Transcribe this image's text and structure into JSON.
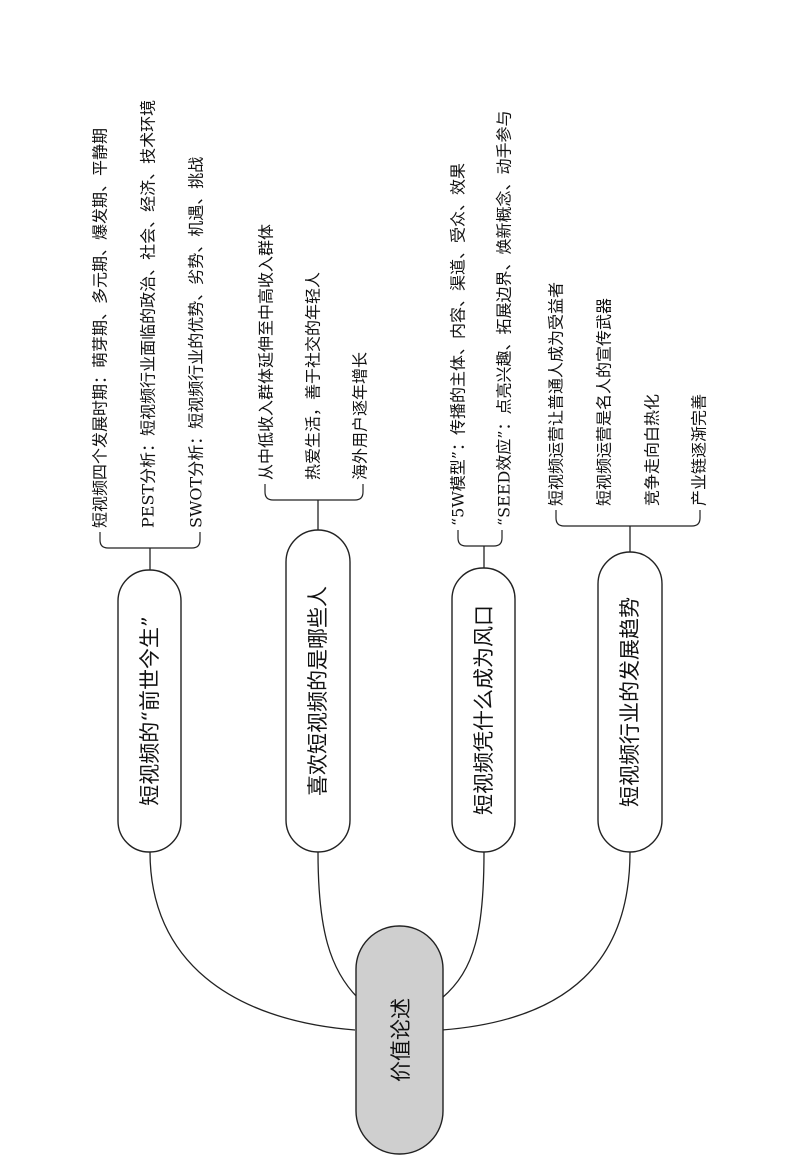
{
  "root": {
    "label": "价值论述"
  },
  "branches": [
    {
      "label": "短视频的“前世今生”",
      "children": [
        "短视频四个发展时期：萌芽期、多元期、爆发期、平静期",
        "PEST分析：短视频行业面临的政治、社会、经济、技术环境",
        "SWOT分析：短视频行业的优势、劣势、机遇、挑战"
      ]
    },
    {
      "label": "喜欢短视频的是哪些人",
      "children": [
        "从中低收入群体延伸至中高收入群体",
        "热爱生活，善于社交的年轻人",
        "海外用户逐年增长"
      ]
    },
    {
      "label": "短视频凭什么成为风口",
      "children": [
        "“5W模型”：传播的主体、内容、渠道、受众、效果",
        "“SEED效应”：点亮兴趣、拓展边界、焕新概念、动手参与"
      ]
    },
    {
      "label": "短视频行业的发展趋势",
      "children": [
        "短视频运营让普通人成为受益者",
        "短视频运营是名人的宣传武器",
        "竞争走向白热化",
        "产业链逐渐完善"
      ]
    }
  ]
}
